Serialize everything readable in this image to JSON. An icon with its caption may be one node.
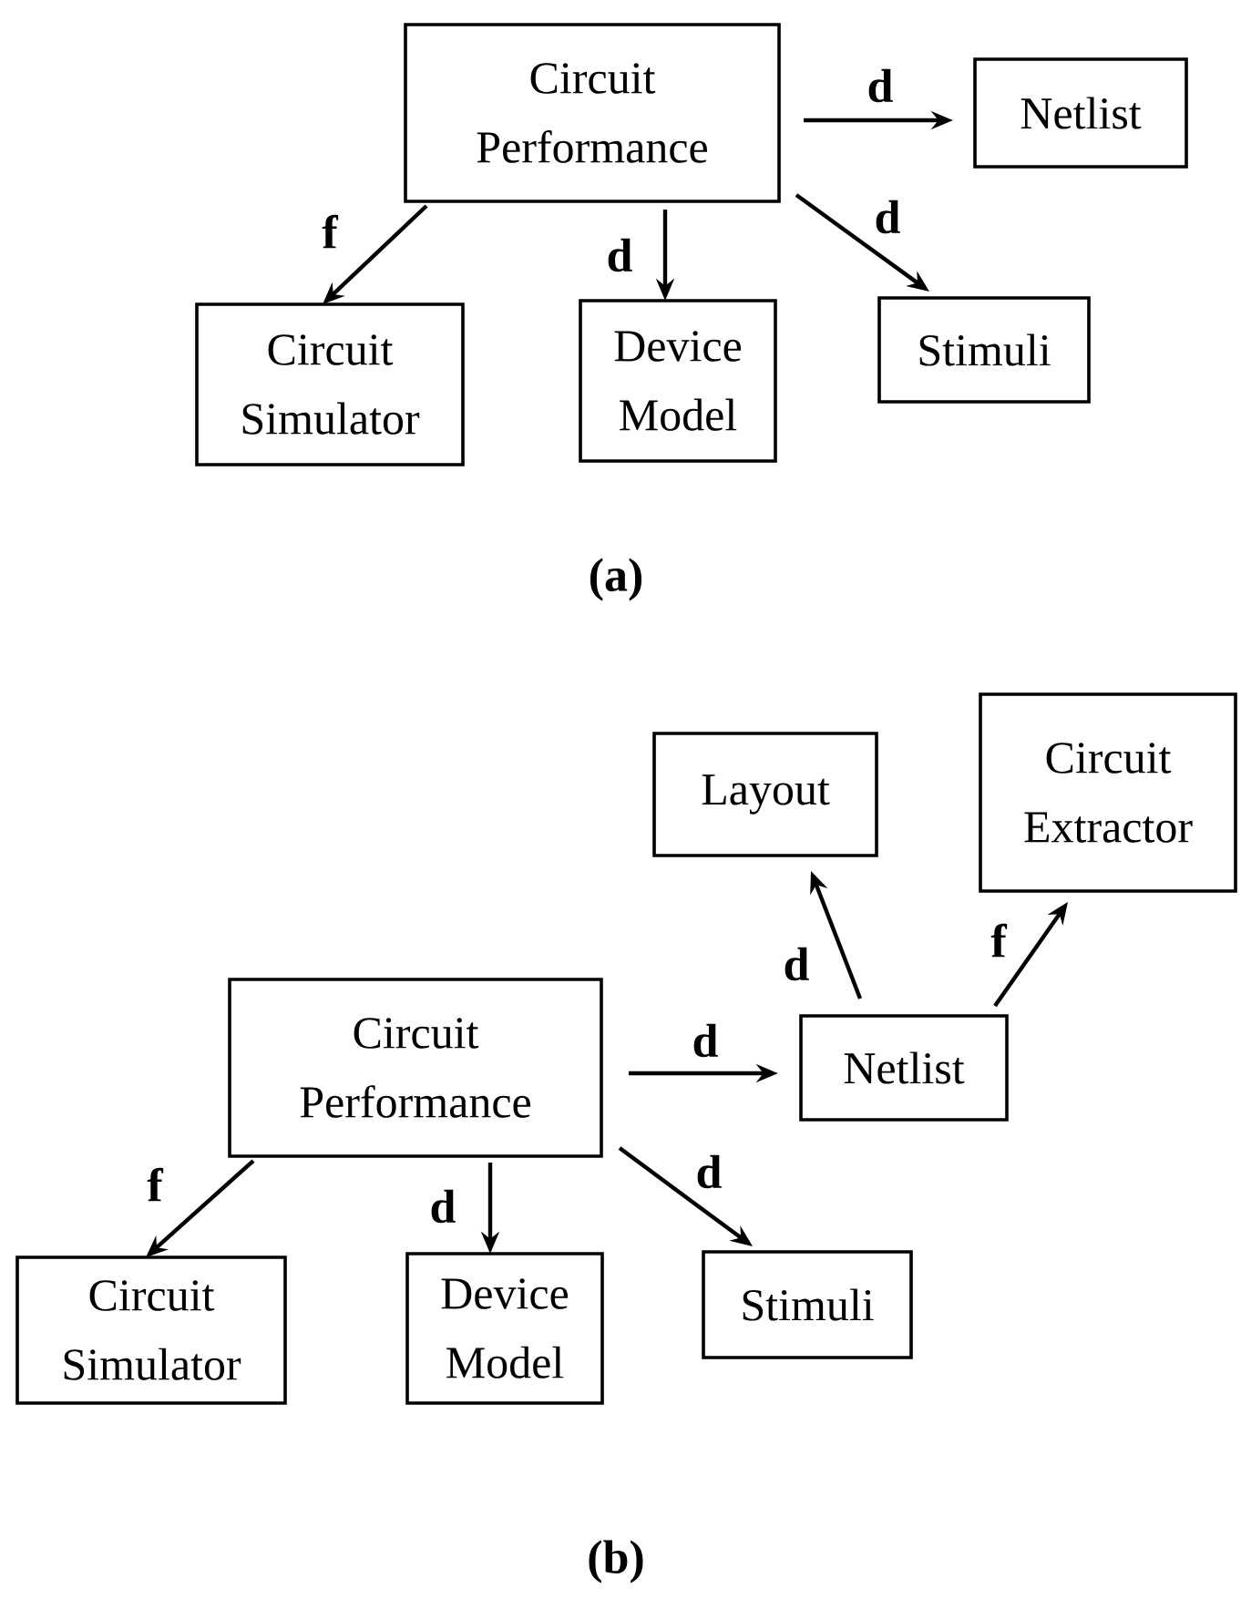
{
  "diagram": {
    "nodes": [
      {
        "text": [
          "Circuit Performance"
        ]
      },
      {
        "text": [
          "Netlist"
        ]
      },
      {
        "text": [
          "Circuit Simulator"
        ]
      },
      {
        "text": [
          "Device Model"
        ]
      },
      {
        "text": [
          "Stimuli"
        ]
      },
      {
        "text": [
          "Layout"
        ]
      },
      {
        "text": [
          "Circuit Extractor"
        ]
      },
      {
        "text": [
          "Circuit Performance"
        ]
      },
      {
        "text": [
          "Netlist"
        ]
      },
      {
        "text": [
          "Circuit Simulator"
        ]
      },
      {
        "text": [
          "Device Model"
        ]
      },
      {
        "text": [
          "Stimuli"
        ]
      }
    ],
    "edges": [
      {
        "from": 0,
        "to": 1,
        "arrow": "to",
        "label": "d"
      },
      {
        "from": 0,
        "to": 2,
        "arrow": "to",
        "label": "f"
      },
      {
        "from": 0,
        "to": 3,
        "arrow": "to",
        "label": "d"
      },
      {
        "from": 0,
        "to": 4,
        "arrow": "to",
        "label": "d"
      },
      {
        "from": 7,
        "to": 8,
        "arrow": "to",
        "label": "d"
      },
      {
        "from": 8,
        "to": 5,
        "arrow": "to",
        "label": "d"
      },
      {
        "from": 8,
        "to": 6,
        "arrow": "to",
        "label": "f"
      },
      {
        "from": 7,
        "to": 9,
        "arrow": "to",
        "label": "f"
      },
      {
        "from": 7,
        "to": 10,
        "arrow": "to",
        "label": "d"
      },
      {
        "from": 7,
        "to": 11,
        "arrow": "to",
        "label": "d"
      }
    ],
    "labels": [
      "(a)",
      "(b)"
    ]
  }
}
